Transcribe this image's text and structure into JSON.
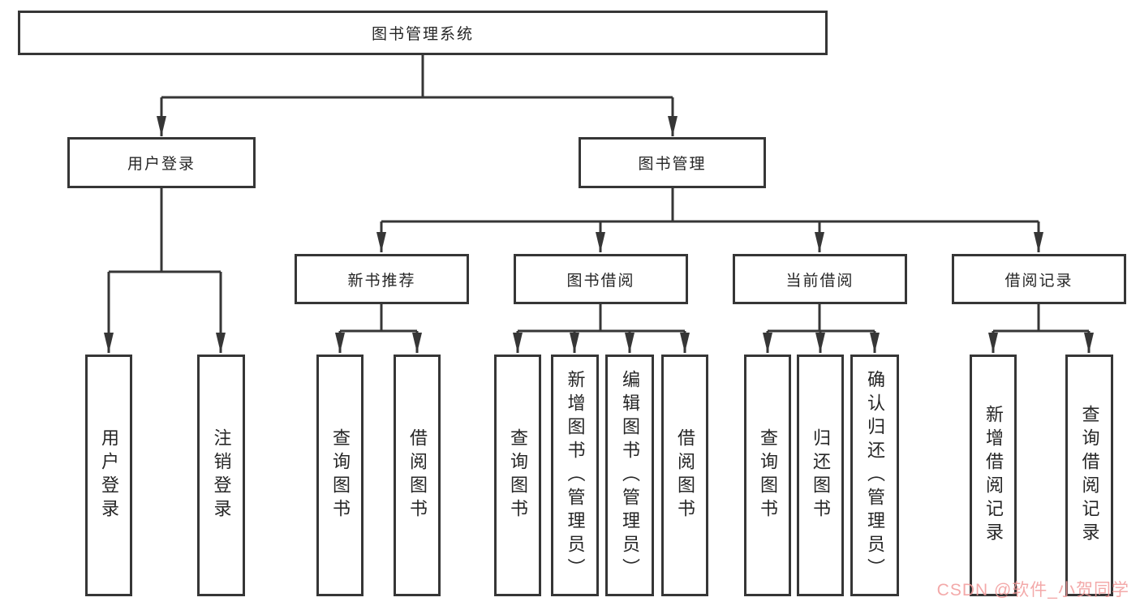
{
  "nodes": {
    "root": "图书管理系统",
    "user_login": "用户登录",
    "book_mgmt": "图书管理",
    "new_book_rec": "新书推荐",
    "book_borrow": "图书借阅",
    "current_borrow": "当前借阅",
    "borrow_record": "借阅记录",
    "leaf_user_login": "用户登录",
    "leaf_logout": "注销登录",
    "leaf_nbr_query": "查询图书",
    "leaf_nbr_borrow": "借阅图书",
    "leaf_bb_query": "查询图书",
    "leaf_bb_add": "新增图书（管理员）",
    "leaf_bb_edit": "编辑图书（管理员）",
    "leaf_bb_borrow": "借阅图书",
    "leaf_cb_query": "查询图书",
    "leaf_cb_return": "归还图书",
    "leaf_cb_confirm": "确认归还（管理员）",
    "leaf_br_add": "新增借阅记录",
    "leaf_br_query": "查询借阅记录"
  },
  "watermark": {
    "text": "CSDN @软件_小贺同学"
  },
  "colors": {
    "line": "#363636",
    "text": "#262626",
    "background": "#ffffff",
    "watermark": "#F29B9B"
  }
}
